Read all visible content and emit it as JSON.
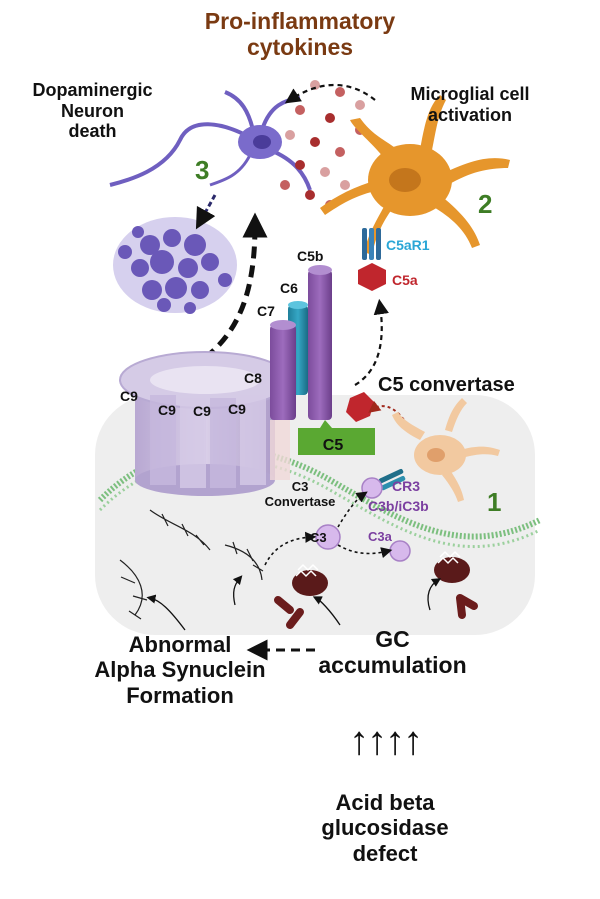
{
  "title": {
    "line1": "Pro-inflammatory",
    "line2": "cytokines"
  },
  "neuron_death": {
    "line1": "Dopaminergic",
    "line2": "Neuron",
    "line3": "death"
  },
  "microglia": {
    "line1": "Microglial cell",
    "line2": "activation"
  },
  "steps": {
    "one": "1",
    "two": "2",
    "three": "3"
  },
  "receptors": {
    "c5ar1": "C5aR1",
    "c5a": "C5a",
    "cr3": "CR3",
    "c3b": "C3b/iC3b",
    "c3a": "C3a",
    "c3": "C3"
  },
  "mac": {
    "c5b": "C5b",
    "c6": "C6",
    "c7": "C7",
    "c8": "C8",
    "c9": "C9"
  },
  "c5_convertase": "C5 convertase",
  "c5": "C5",
  "c3_convertase": {
    "line1": "C3",
    "line2": "Convertase"
  },
  "abnormal": {
    "line1": "Abnormal",
    "line2": "Alpha Synuclein",
    "line3": "Formation"
  },
  "gc": {
    "line1": "GC",
    "line2": "accumulation"
  },
  "arrows_up": "↑↑↑↑",
  "defect": {
    "line1": "Acid beta",
    "line2": "glucosidase",
    "line3": "defect"
  },
  "colors": {
    "title": "#7a3a12",
    "step": "#3e7d25",
    "c5ar1": "#2aa6d6",
    "c5a": "#c0262d",
    "c3b": "#7b3fa0",
    "neuron": "#6f5fc0",
    "microglia": "#e0902a",
    "c5": "#5aa832"
  }
}
